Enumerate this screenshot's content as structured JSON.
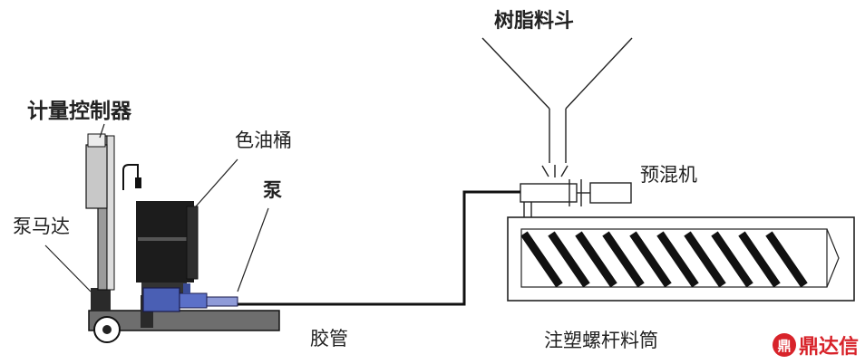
{
  "labels": {
    "hopper": "树脂料斗",
    "meter_controller": "计量控制器",
    "color_tank": "色油桶",
    "pump": "泵",
    "pump_motor": "泵马达",
    "premixer": "预混机",
    "hose": "胶管",
    "screw_barrel": "注塑螺杆料筒"
  },
  "brand": {
    "mark": "鼎",
    "text": "鼎达信",
    "color": "#d8232a"
  },
  "colors": {
    "line": "#111111",
    "pump_blue": "#4a5fb4",
    "tank": "#1c1c1c"
  }
}
